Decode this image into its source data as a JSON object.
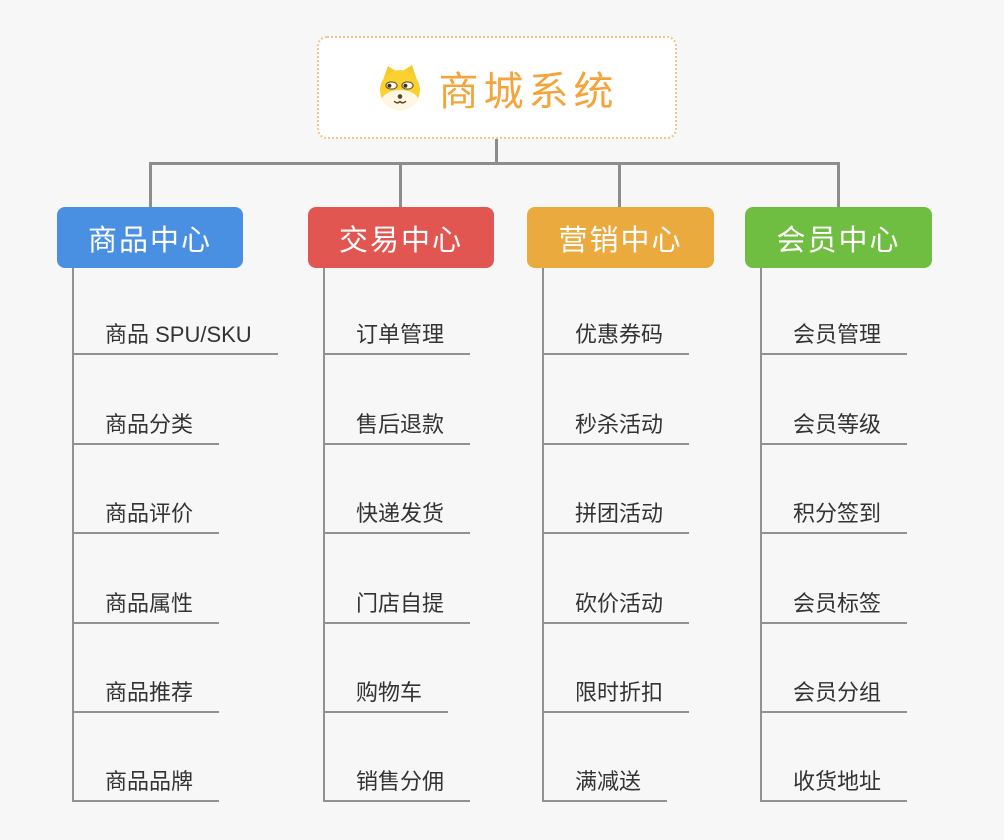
{
  "root": {
    "title": "商城系统",
    "icon": "shiba-dog-face-icon",
    "text_color": "#f3a43b",
    "border_color": "#f2c684"
  },
  "colors": {
    "background": "#f7f7f7",
    "connector": "#8d8d8d",
    "leaf_line": "#919191",
    "leaf_text": "#333333"
  },
  "branches": [
    {
      "label": "商品中心",
      "color": "#4a90e2",
      "children": [
        "商品 SPU/SKU",
        "商品分类",
        "商品评价",
        "商品属性",
        "商品推荐",
        "商品品牌"
      ]
    },
    {
      "label": "交易中心",
      "color": "#e25652",
      "children": [
        "订单管理",
        "售后退款",
        "快递发货",
        "门店自提",
        "购物车",
        "销售分佣"
      ]
    },
    {
      "label": "营销中心",
      "color": "#ebaa3e",
      "children": [
        "优惠券码",
        "秒杀活动",
        "拼团活动",
        "砍价活动",
        "限时折扣",
        "满减送"
      ]
    },
    {
      "label": "会员中心",
      "color": "#70be41",
      "children": [
        "会员管理",
        "会员等级",
        "积分签到",
        "会员标签",
        "会员分组",
        "收货地址"
      ]
    }
  ]
}
